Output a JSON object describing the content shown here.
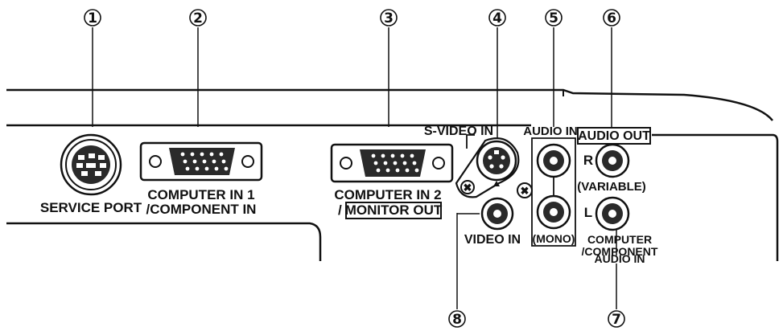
{
  "callouts": [
    {
      "number": "1"
    },
    {
      "number": "2"
    },
    {
      "number": "3"
    },
    {
      "number": "4"
    },
    {
      "number": "5"
    },
    {
      "number": "6"
    },
    {
      "number": "7"
    },
    {
      "number": "8"
    }
  ],
  "labels": {
    "service_port": "SERVICE PORT",
    "computer_in_1_line1": "COMPUTER IN 1",
    "computer_in_1_line2": "/COMPONENT IN",
    "computer_in_2_line1": "COMPUTER IN 2",
    "computer_in_2_slash": "/",
    "monitor_out": "MONITOR OUT",
    "s_video_in": "S-VIDEO IN",
    "audio_in": "AUDIO IN",
    "audio_out": "AUDIO OUT",
    "right_channel": "R",
    "left_channel": "L",
    "variable": "(VARIABLE)",
    "video_in": "VIDEO IN",
    "mono": "(MONO)",
    "component_audio_line1": "COMPUTER",
    "component_audio_line2": "/COMPONENT",
    "component_audio_line3": "AUDIO IN"
  },
  "colors": {
    "ink": "#111111",
    "paper": "#ffffff",
    "port_fill": "#2a2a2a"
  }
}
